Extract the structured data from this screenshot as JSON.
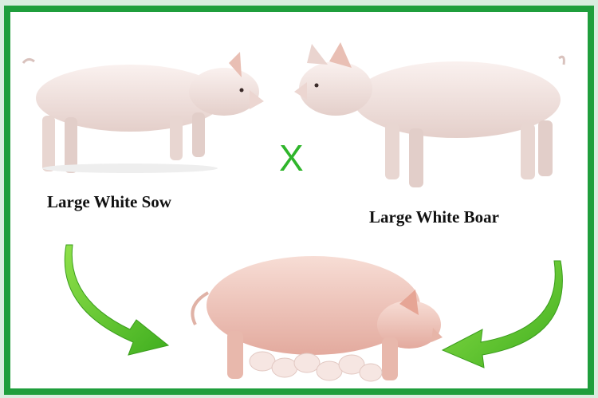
{
  "diagram": {
    "sow_label": "Large White Sow",
    "boar_label": "Large White Boar",
    "cross_symbol": "X"
  },
  "colors": {
    "frame_border": "#1f9e3c",
    "arrow_green": "#5cc42a",
    "cross_green": "#2fb52b",
    "pig_skin": "#f1e2df",
    "sow_nursing_skin": "#f0c7bd"
  },
  "icons": {
    "sow": "sow-pig-icon",
    "boar": "boar-pig-icon",
    "offspring": "sow-with-piglets-icon",
    "left_arrow": "curved-arrow-down-right-icon",
    "right_arrow": "curved-arrow-down-left-icon"
  }
}
